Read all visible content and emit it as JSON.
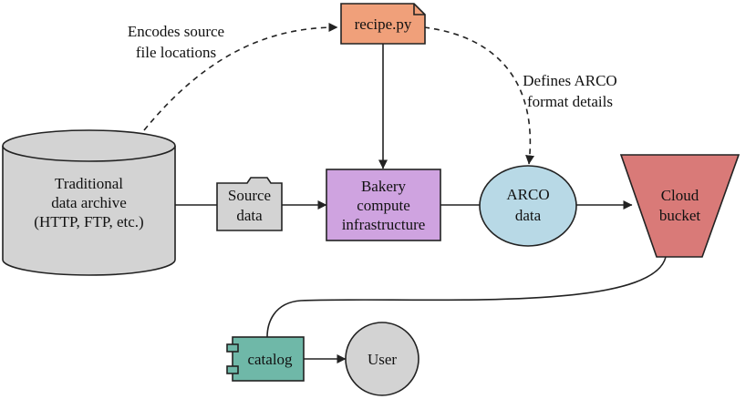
{
  "nodes": {
    "archive": {
      "lines": [
        "Traditional",
        "data archive",
        "(HTTP, FTP, etc.)"
      ]
    },
    "recipe": {
      "label": "recipe.py"
    },
    "source": {
      "lines": [
        "Source",
        "data"
      ]
    },
    "bakery": {
      "lines": [
        "Bakery",
        "compute",
        "infrastructure"
      ]
    },
    "arco": {
      "lines": [
        "ARCO",
        "data"
      ]
    },
    "bucket": {
      "lines": [
        "Cloud",
        "bucket"
      ]
    },
    "catalog": {
      "label": "catalog"
    },
    "user": {
      "label": "User"
    }
  },
  "edge_labels": {
    "encodes": [
      "Encodes source",
      "file locations"
    ],
    "defines": [
      "Defines ARCO",
      "format details"
    ]
  },
  "colors": {
    "archive": "#d3d3d3",
    "recipe": "#f0a07a",
    "source": "#d3d3d3",
    "bakery": "#cfa3e0",
    "arco": "#b8d9e6",
    "bucket": "#d97a78",
    "catalog": "#6fb8a8",
    "user": "#d3d3d3",
    "line": "#222222"
  }
}
